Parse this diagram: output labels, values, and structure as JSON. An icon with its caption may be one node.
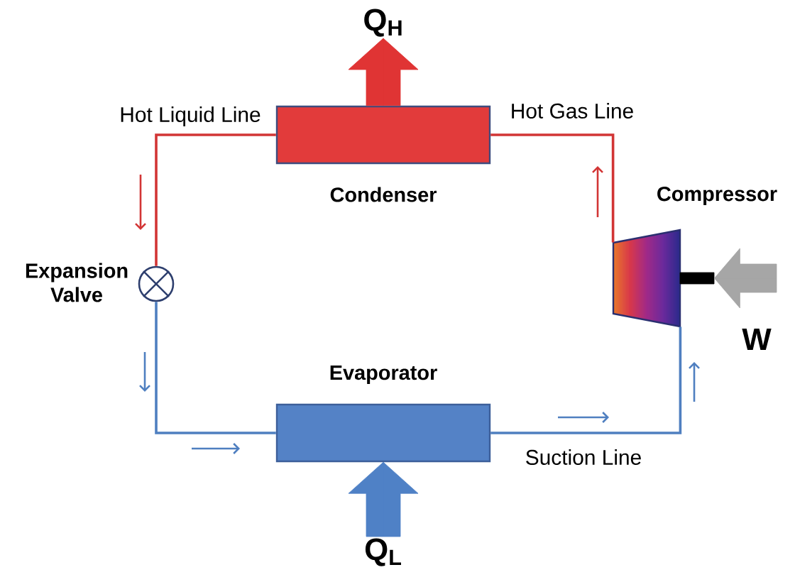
{
  "diagram": {
    "nodes": [
      {
        "text": [
          "Q$_{H}$"
        ]
      },
      {
        "text": [
          "Condenser"
        ]
      },
      {
        "text": [
          "Expansion Valve"
        ]
      },
      {
        "text": [
          "Compressor"
        ]
      },
      {
        "text": [],
        "shape": "bar"
      },
      {
        "text": [
          "Evaporator"
        ]
      },
      {
        "text": [
          "Q$_{L}$"
        ]
      }
    ],
    "edges": [
      {
        "from": 3,
        "to": 1,
        "arrow": "none",
        "label": "Hot Gas Line",
        "color": "#d23535"
      },
      {
        "from": 1,
        "to": 2,
        "arrow": "none",
        "label": "Hot Liquid Line",
        "color": "#d23535"
      },
      {
        "from": 2,
        "to": 5,
        "arrow": "none",
        "color": "#4f7fc0"
      },
      {
        "from": 5,
        "to": 3,
        "arrow": "none",
        "label": "Suction Line",
        "color": "#4f7fc0"
      },
      {
        "from": 1,
        "to": 0,
        "arrow": "to",
        "style": "thick",
        "color": "#e03434"
      },
      {
        "from": 6,
        "to": 5,
        "arrow": "to",
        "style": "thick",
        "color": "#4f81c6"
      },
      {
        "from": null,
        "to": 4,
        "arrow": "to",
        "style": "thick",
        "color": "#a6a6a6",
        "label": "W"
      }
    ]
  }
}
